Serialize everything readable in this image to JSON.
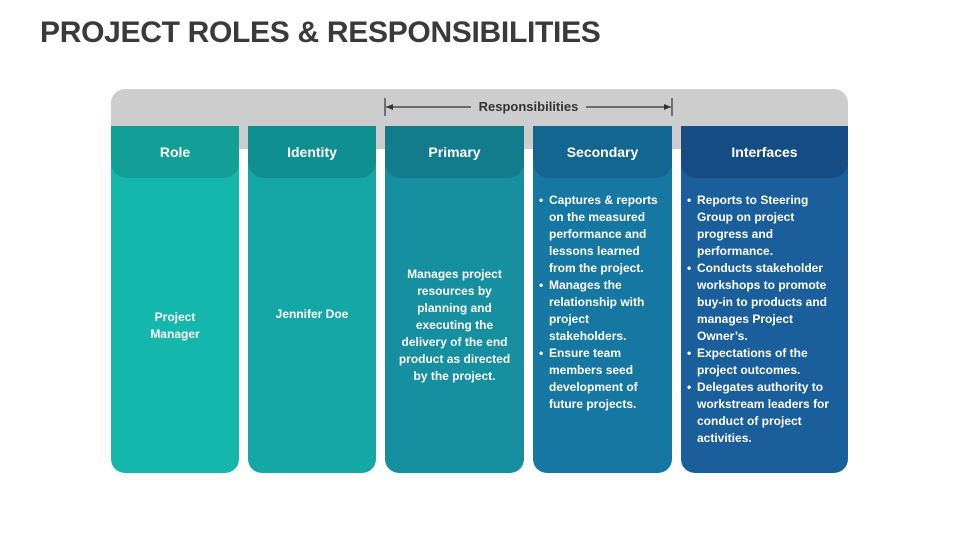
{
  "title": "PROJECT ROLES & RESPONSIBILITIES",
  "responsibilities_label": "Responsibilities",
  "colors": {
    "col1_body": "#15b7ad",
    "col1_head": "#119f98",
    "col2_body": "#15a6a6",
    "col2_head": "#108f90",
    "col3_body": "#168fa0",
    "col3_head": "#127b8c",
    "col4_body": "#1677a2",
    "col4_head": "#12668f",
    "col5_body": "#1a5e9b",
    "col5_head": "#154c84",
    "bar": "#cdcdcd"
  },
  "columns": [
    {
      "header": "Role",
      "text": "Project Manager"
    },
    {
      "header": "Identity",
      "text": "Jennifer Doe"
    },
    {
      "header": "Primary",
      "text": "Manages project resources by planning and executing the delivery of the end product as directed by the project."
    },
    {
      "header": "Secondary",
      "bullets": [
        "Captures & reports on the measured performance and lessons learned from the project.",
        "Manages the relationship with project stakeholders.",
        "Ensure team members seed development of future projects."
      ]
    },
    {
      "header": "Interfaces",
      "bullets": [
        "Reports to Steering Group on project progress and performance.",
        "Conducts stakeholder workshops to promote buy-in to products and manages Project Owner’s.",
        "Expectations of the project outcomes.",
        "Delegates authority to workstream leaders for conduct of project activities."
      ]
    }
  ]
}
